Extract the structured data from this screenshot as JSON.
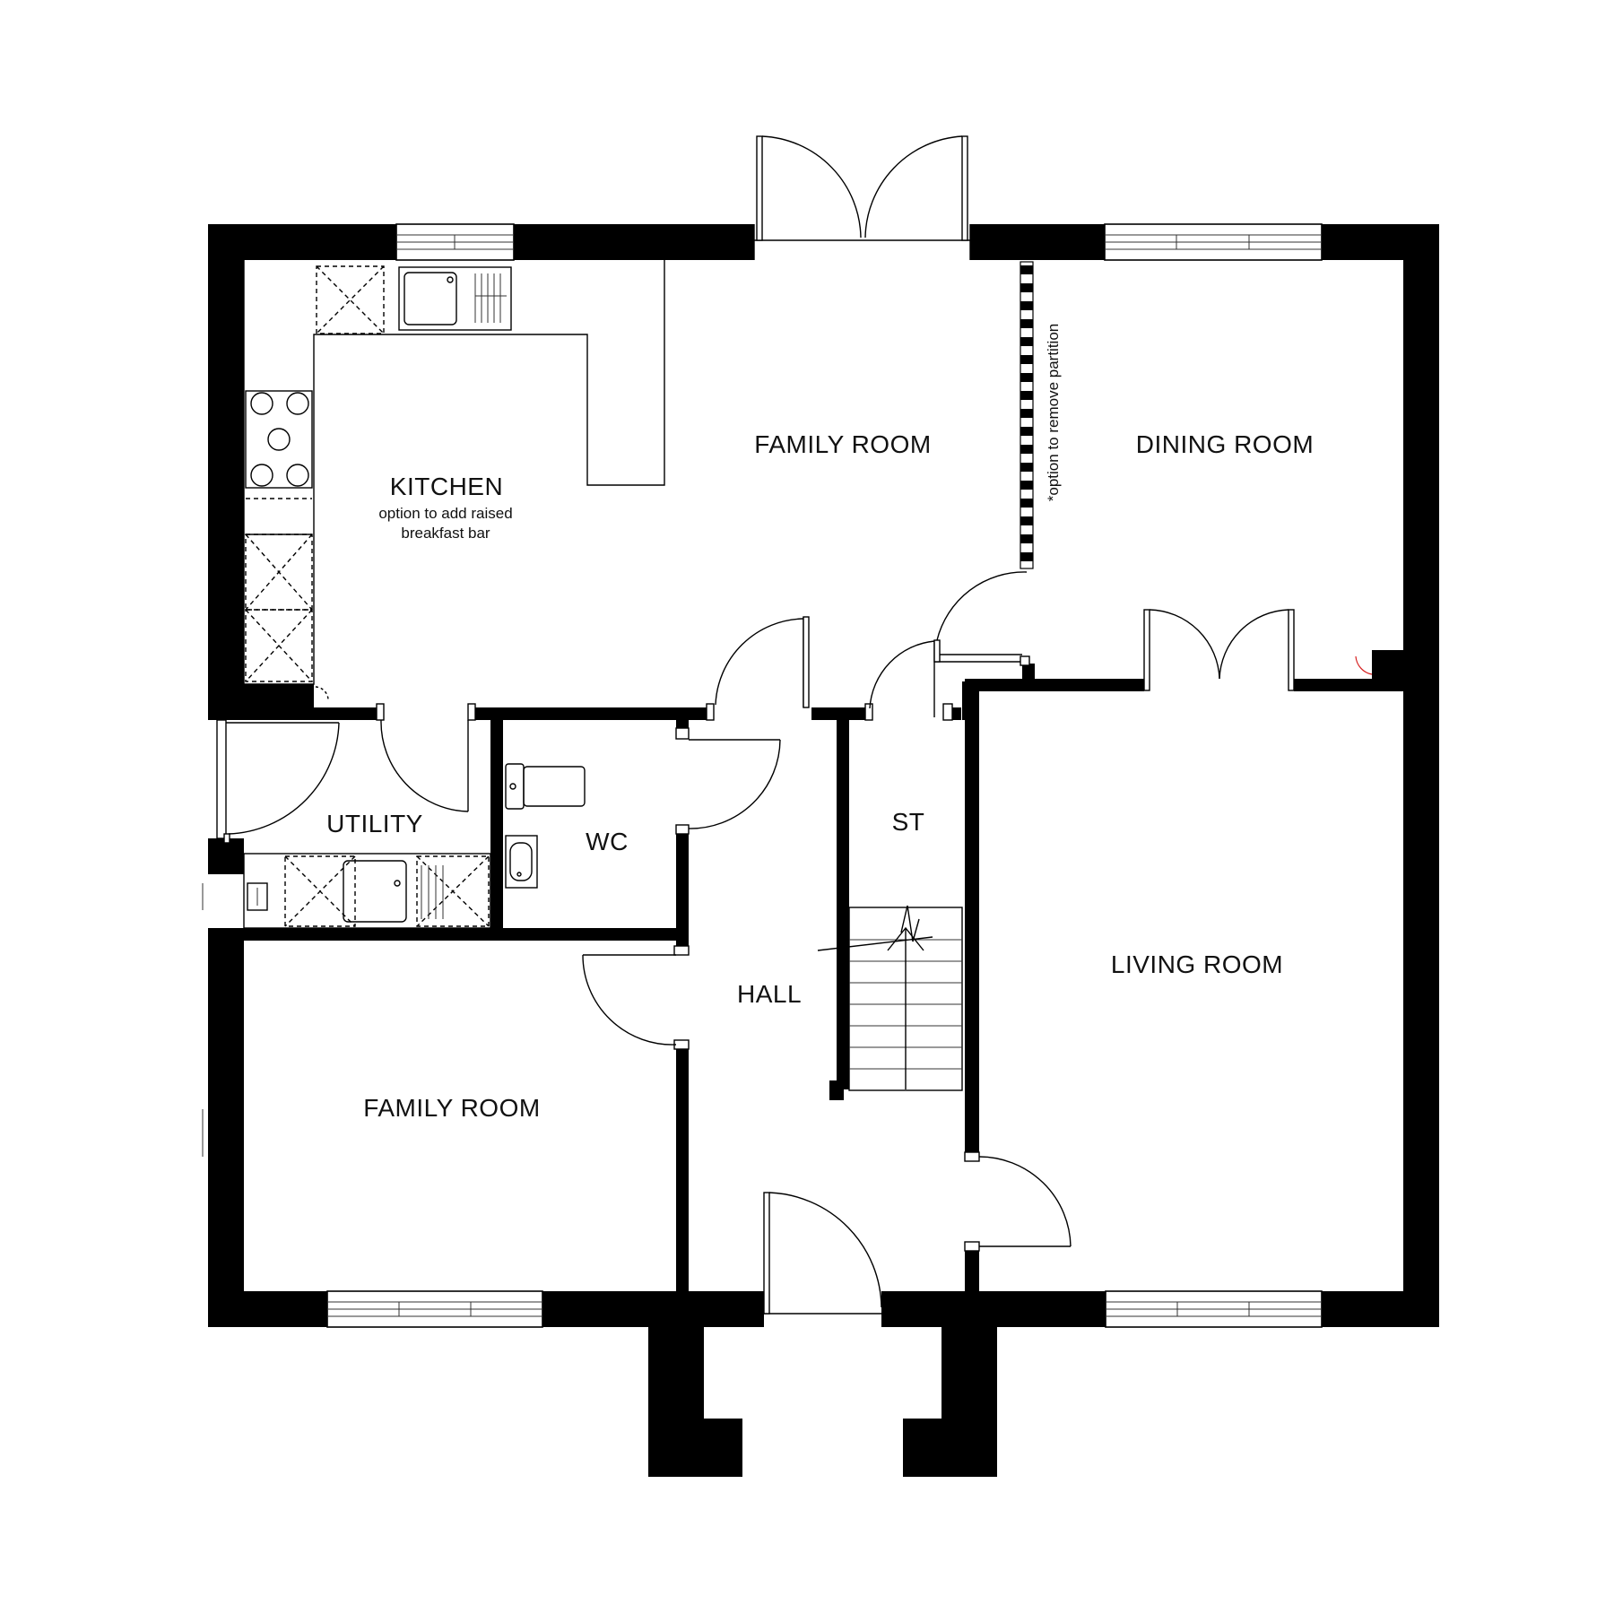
{
  "rooms": {
    "kitchen": {
      "name": "KITCHEN",
      "note_line1": "option to add raised",
      "note_line2": "breakfast bar"
    },
    "family_room_top": {
      "name": "FAMILY ROOM"
    },
    "dining_room": {
      "name": "DINING ROOM"
    },
    "utility": {
      "name": "UTILITY"
    },
    "wc": {
      "name": "WC"
    },
    "store": {
      "name": "ST"
    },
    "hall": {
      "name": "HALL"
    },
    "living_room": {
      "name": "LIVING ROOM"
    },
    "family_room_bottom": {
      "name": "FAMILY ROOM"
    }
  },
  "partition_note": "*option to remove partition",
  "colors": {
    "wall": "#000000",
    "background": "#ffffff",
    "red_marker": "#d62020"
  }
}
